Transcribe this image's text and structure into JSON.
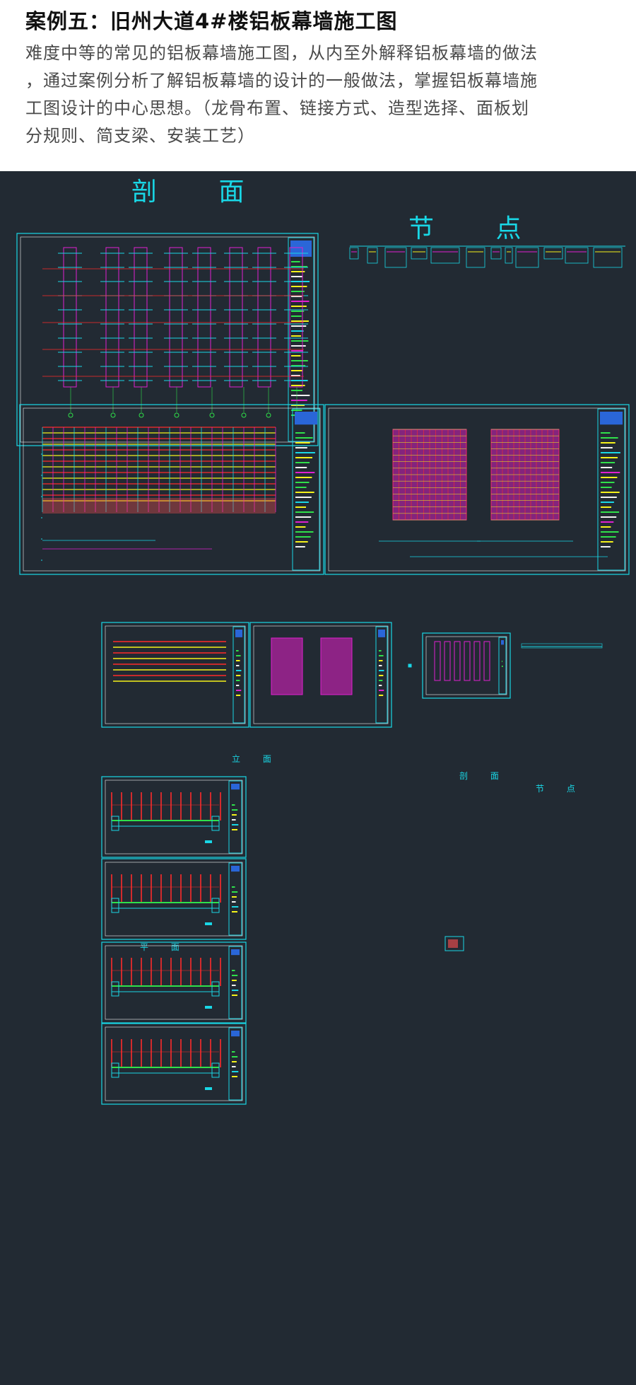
{
  "header": {
    "title": "案例五：旧州大道4#楼铝板幕墙施工图",
    "description_lines": [
      "难度中等的常见的铝板幕墙施工图，从内至外解释铝板幕墙的做法",
      "，通过案例分析了解铝板幕墙的设计的一般做法，掌握铝板幕墙施",
      "工图设计的中心思想。（龙骨布置、链接方式、造型选择、面板划",
      "分规则、简支梁、安装工艺）"
    ]
  },
  "canvas": {
    "labels": {
      "section": "剖 面",
      "node": "节 点",
      "elevation_small": "立 面",
      "section_small": "剖 面",
      "node_small": "节 点",
      "plan_small": "平 面"
    },
    "colors": {
      "background": "#222a33",
      "cyan": "#19d7e6",
      "magenta": "#e020d0",
      "red": "#ff2a2a",
      "yellow": "#f4f21a",
      "green": "#2fe04a",
      "white": "#f2f2f2"
    }
  }
}
